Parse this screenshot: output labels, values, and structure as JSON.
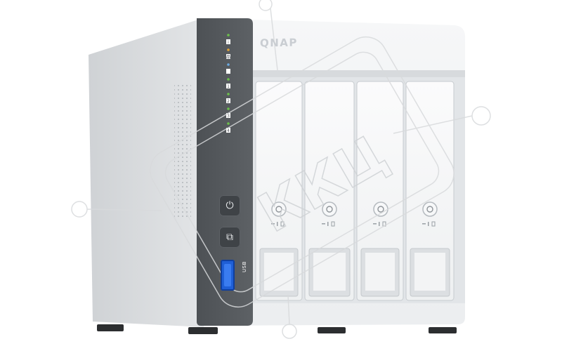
{
  "product": {
    "brand": "QNAP",
    "type": "4-bay NAS",
    "body_color": "#eceef0",
    "panel_color": "#55595d",
    "accent_usb_color": "#1f5fd6"
  },
  "front_panel": {
    "leds": [
      {
        "name": "status",
        "label": "i",
        "color": "#6bc04b"
      },
      {
        "name": "lan",
        "label": "品",
        "color": "#e0a43a"
      },
      {
        "name": "usb",
        "label": "",
        "color": "#6aa8e0"
      },
      {
        "name": "disk-1",
        "label": "1",
        "color": "#6bc04b"
      },
      {
        "name": "disk-2",
        "label": "2",
        "color": "#6bc04b"
      },
      {
        "name": "disk-3",
        "label": "3",
        "color": "#6bc04b"
      },
      {
        "name": "disk-4",
        "label": "4",
        "color": "#6bc04b"
      }
    ],
    "power_icon": "power-icon",
    "copy_icon": "copy-icon",
    "usb_label": "USB"
  },
  "bays": [
    {
      "id": 1
    },
    {
      "id": 2
    },
    {
      "id": 3
    },
    {
      "id": 4
    }
  ]
}
